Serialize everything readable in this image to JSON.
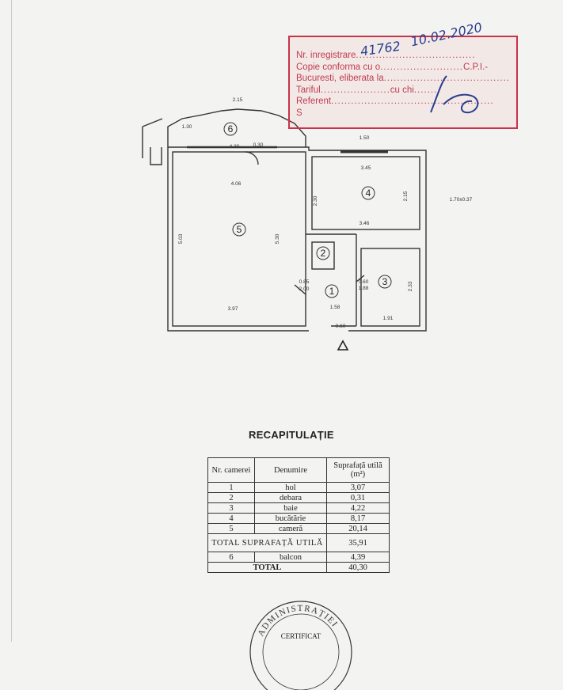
{
  "stamp": {
    "line1": "Nr. inregistrare",
    "line2": "Copie conforma cu o",
    "line3": "Bucuresti, eliberata la",
    "line4": "Tariful",
    "line4b": "cu chi",
    "line5": "Referent",
    "line6": "S",
    "suffix": "C.P.I.-",
    "handwritten_number": "41762",
    "handwritten_date": "10.02.2020"
  },
  "plan": {
    "rooms": [
      "1",
      "2",
      "3",
      "4",
      "5",
      "6"
    ],
    "dimensions": {
      "top_width": "2.15",
      "balcony_width": "4.30",
      "d_1_30": "1.30",
      "d_0_30": "0.30",
      "d_1_50": "1.50",
      "room5_top": "4.06",
      "room5_left": "5.03",
      "room5_right": "5.30",
      "room5_bottom": "3.97",
      "room4_top": "3.45",
      "room4_left": "2.30",
      "room4_right": "2.15",
      "room4_bottom": "3.46",
      "room3_right": "2.33",
      "room3_bottom": "1.91",
      "hall_bottom": "1.58",
      "d_0_85": "0.85",
      "d_2_00": "2.00",
      "d_0_60": "0.60",
      "d_1_88": "1.88",
      "d_0_60b": "0.60",
      "window": "1.70x0.37"
    }
  },
  "recap": {
    "title": "RECAPITULAȚIE",
    "headers": {
      "nr": "Nr. camerei",
      "name": "Denumire",
      "area": "Suprafață utilă (m²)"
    },
    "rows": [
      {
        "nr": "1",
        "name": "hol",
        "area": "3,07"
      },
      {
        "nr": "2",
        "name": "debara",
        "area": "0,31"
      },
      {
        "nr": "3",
        "name": "baie",
        "area": "4,22"
      },
      {
        "nr": "4",
        "name": "bucătărie",
        "area": "8,17"
      },
      {
        "nr": "5",
        "name": "cameră",
        "area": "20,14"
      }
    ],
    "total_useful_label": "TOTAL SUPRAFAȚĂ UTILĂ",
    "total_useful_value": "35,91",
    "balcony": {
      "nr": "6",
      "name": "balcon",
      "area": "4,39"
    },
    "total_label": "TOTAL",
    "total_value": "40,30"
  },
  "seal": {
    "arc_text": "ADMINISTRAȚIEI",
    "center_text": "CERTIFICAT"
  }
}
